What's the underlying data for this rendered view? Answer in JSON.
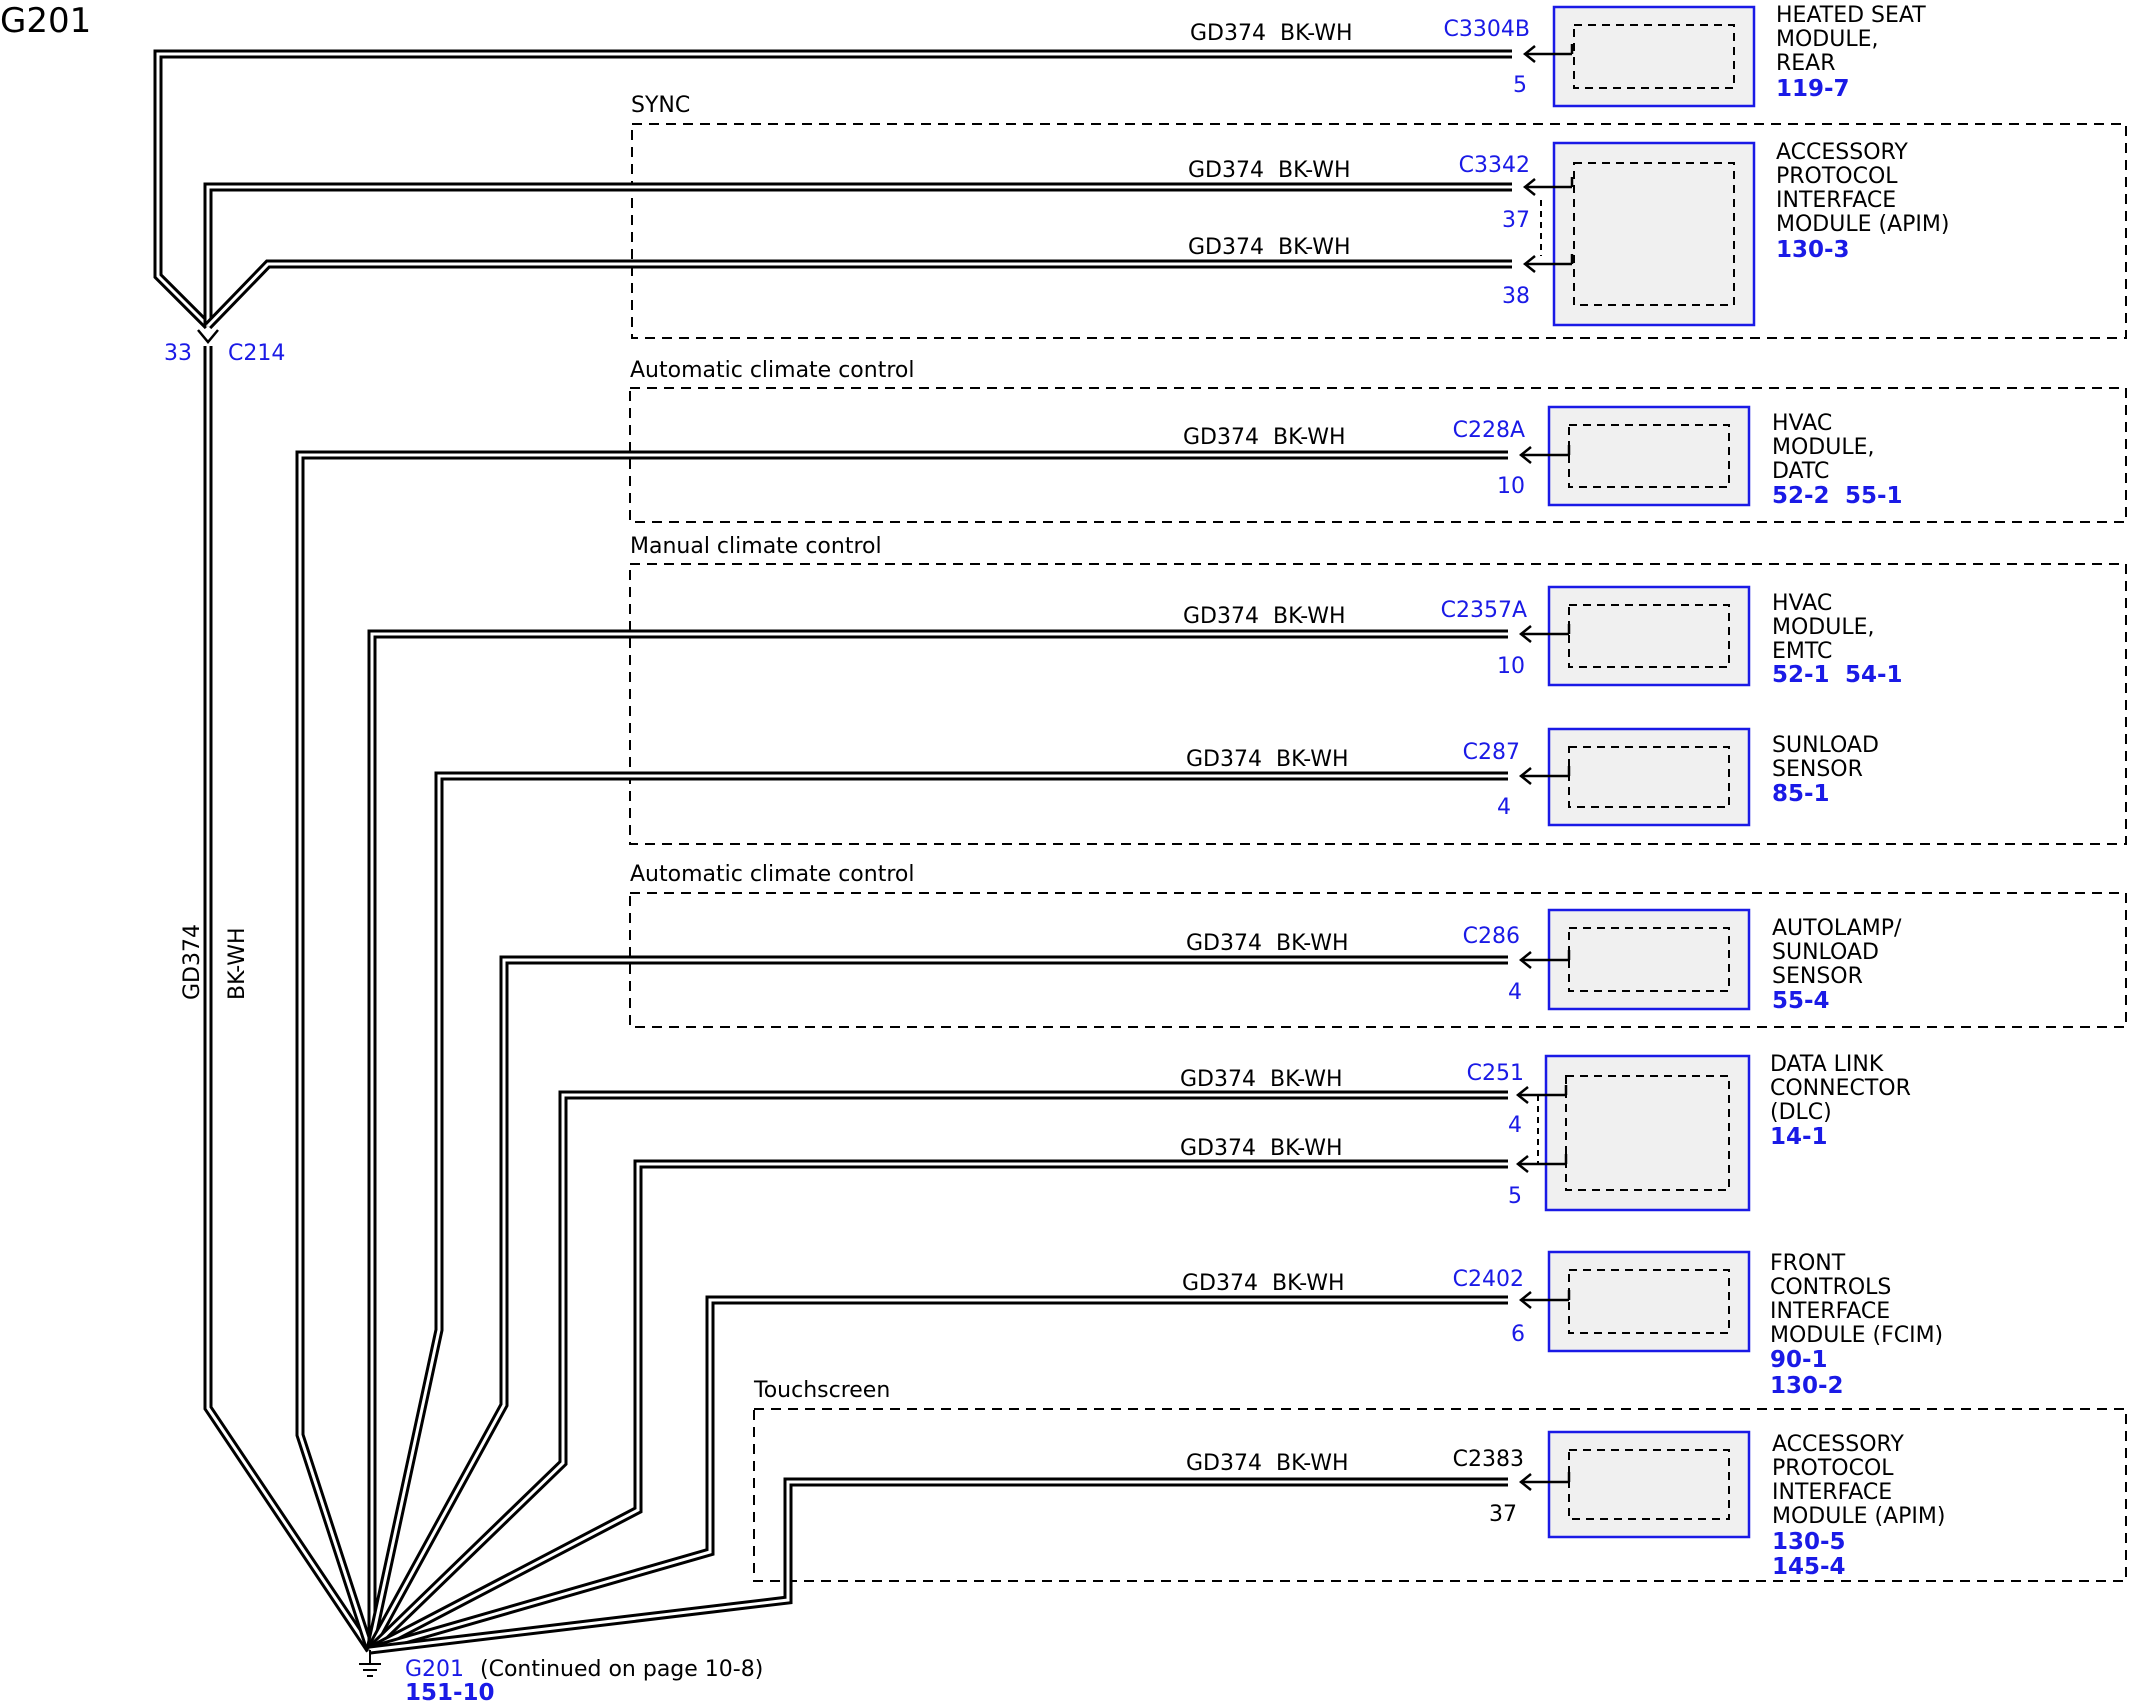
{
  "diagram_title": "G201",
  "colors": {
    "link_blue": "#1a1ae6",
    "wire": "#000000",
    "module_fill": "#f0f0f0"
  },
  "circuit": "GD374",
  "wire_color": "BK-WH",
  "splice": {
    "pin": "33",
    "connector": "C214"
  },
  "ground": {
    "name": "G201",
    "note": "(Continued on page 10-8)",
    "page_ref": "151-10"
  },
  "groups": [
    {
      "id": "sync",
      "label": "SYNC"
    },
    {
      "id": "auto-climate-1",
      "label": "Automatic climate control"
    },
    {
      "id": "manual-climate",
      "label": "Manual climate control"
    },
    {
      "id": "auto-climate-2",
      "label": "Automatic climate control"
    },
    {
      "id": "touchscreen",
      "label": "Touchscreen"
    }
  ],
  "modules": [
    {
      "id": "heated-seat-module-rear",
      "lines": [
        "HEATED SEAT",
        "MODULE,",
        "REAR"
      ],
      "refs": [
        "119-7"
      ]
    },
    {
      "id": "apim-sync",
      "lines": [
        "ACCESSORY",
        "PROTOCOL",
        "INTERFACE",
        "MODULE (APIM)"
      ],
      "refs": [
        "130-3"
      ]
    },
    {
      "id": "hvac-datc",
      "lines": [
        "HVAC",
        "MODULE,",
        "DATC"
      ],
      "refs": [
        "52-2",
        "55-1"
      ]
    },
    {
      "id": "hvac-emtc",
      "lines": [
        "HVAC",
        "MODULE,",
        "EMTC"
      ],
      "refs": [
        "52-1",
        "54-1"
      ]
    },
    {
      "id": "sunload-sensor",
      "lines": [
        "SUNLOAD",
        "SENSOR"
      ],
      "refs": [
        "85-1"
      ]
    },
    {
      "id": "autolamp-sunload-sensor",
      "lines": [
        "AUTOLAMP/",
        "SUNLOAD",
        "SENSOR"
      ],
      "refs": [
        "55-4"
      ]
    },
    {
      "id": "data-link-connector",
      "lines": [
        "DATA LINK",
        "CONNECTOR",
        "(DLC)"
      ],
      "refs": [
        "14-1"
      ]
    },
    {
      "id": "fcim",
      "lines": [
        "FRONT",
        "CONTROLS",
        "INTERFACE",
        "MODULE (FCIM)"
      ],
      "refs": [
        "90-1",
        "130-2"
      ]
    },
    {
      "id": "apim-touchscreen",
      "lines": [
        "ACCESSORY",
        "PROTOCOL",
        "INTERFACE",
        "MODULE (APIM)"
      ],
      "refs": [
        "130-5",
        "145-4"
      ]
    }
  ],
  "wires": [
    {
      "module": "heated-seat-module-rear",
      "circuit": "GD374",
      "color": "BK-WH",
      "connector": "C3304B",
      "pin": "5",
      "connector_color": "blue"
    },
    {
      "module": "apim-sync",
      "circuit": "GD374",
      "color": "BK-WH",
      "connector": "C3342",
      "pin": "37",
      "connector_color": "blue"
    },
    {
      "module": "apim-sync",
      "circuit": "GD374",
      "color": "BK-WH",
      "connector": "",
      "pin": "38",
      "connector_color": "blue"
    },
    {
      "module": "hvac-datc",
      "circuit": "GD374",
      "color": "BK-WH",
      "connector": "C228A",
      "pin": "10",
      "connector_color": "blue"
    },
    {
      "module": "hvac-emtc",
      "circuit": "GD374",
      "color": "BK-WH",
      "connector": "C2357A",
      "pin": "10",
      "connector_color": "blue"
    },
    {
      "module": "sunload-sensor",
      "circuit": "GD374",
      "color": "BK-WH",
      "connector": "C287",
      "pin": "4",
      "connector_color": "blue"
    },
    {
      "module": "autolamp-sunload-sensor",
      "circuit": "GD374",
      "color": "BK-WH",
      "connector": "C286",
      "pin": "4",
      "connector_color": "blue"
    },
    {
      "module": "data-link-connector",
      "circuit": "GD374",
      "color": "BK-WH",
      "connector": "C251",
      "pin": "4",
      "connector_color": "blue"
    },
    {
      "module": "data-link-connector",
      "circuit": "GD374",
      "color": "BK-WH",
      "connector": "",
      "pin": "5",
      "connector_color": "blue"
    },
    {
      "module": "fcim",
      "circuit": "GD374",
      "color": "BK-WH",
      "connector": "C2402",
      "pin": "6",
      "connector_color": "blue"
    },
    {
      "module": "apim-touchscreen",
      "circuit": "GD374",
      "color": "BK-WH",
      "connector": "C2383",
      "pin": "37",
      "connector_color": "black"
    }
  ]
}
